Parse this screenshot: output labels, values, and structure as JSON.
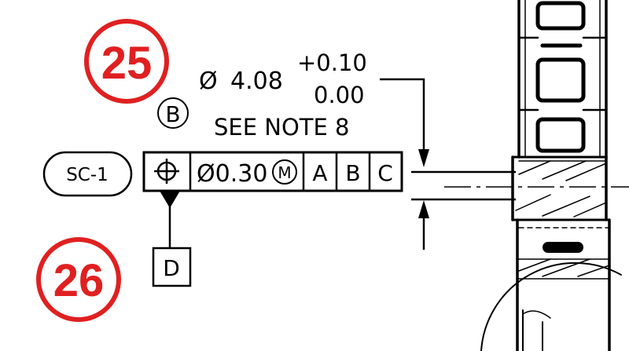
{
  "balloons": [
    {
      "label": "25",
      "color": "#e02020"
    },
    {
      "label": "26",
      "color": "#e02020"
    }
  ],
  "dimension": {
    "diameter_symbol": "Ø",
    "nominal": "4.08",
    "upper_tol": "+0.10",
    "lower_tol": "0.00",
    "datum_flag": "B",
    "note": "SEE NOTE 8"
  },
  "special_characteristic": {
    "label": "SC-1"
  },
  "feature_control_frame": {
    "characteristic_icon": "position-symbol-icon",
    "tolerance": "Ø0.30",
    "modifier": "M",
    "datums": [
      "A",
      "B",
      "C"
    ]
  },
  "datum_feature": {
    "label": "D"
  },
  "colors": {
    "ink": "#000000",
    "balloon": "#e02020"
  }
}
